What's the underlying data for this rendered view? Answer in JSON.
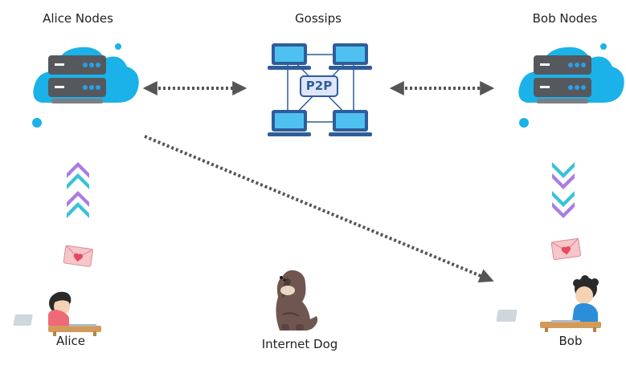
{
  "labels": {
    "alice_nodes": "Alice Nodes",
    "gossips": "Gossips",
    "bob_nodes": "Bob Nodes",
    "p2p": "P2P",
    "internet_dog": "Internet Dog",
    "alice": "Alice",
    "bob": "Bob"
  },
  "colors": {
    "cloud": "#1ab2e8",
    "server_body": "#55595e",
    "server_dot": "#2e9ee6",
    "arrow": "#555555",
    "chevron_purple": "#a97de3",
    "chevron_cyan": "#39c2d8",
    "envelope": "#f6c6c9",
    "heart": "#e64a5e",
    "laptop_screen": "#4fc1f0",
    "laptop_frame": "#2f5d99",
    "dog": "#6f5650"
  },
  "icons": {
    "alice_nodes": "cloud-server-icon",
    "bob_nodes": "cloud-server-icon",
    "gossips": "p2p-network-icon",
    "upload": "chevron-up-icon",
    "download": "chevron-down-icon",
    "letter": "love-letter-icon",
    "person": "person-at-laptop-icon",
    "dog": "dog-icon"
  }
}
